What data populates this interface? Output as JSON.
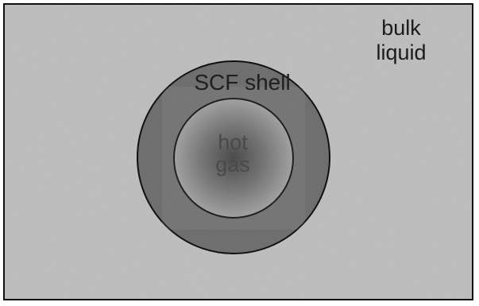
{
  "diagram": {
    "labels": {
      "bulk": [
        "bulk",
        "liquid"
      ],
      "shell": "SCF shell",
      "core": [
        "hot",
        "gas"
      ]
    },
    "colors": {
      "background": "#bdbdbd",
      "shell": "#6f6f6f",
      "inner_gas_edge": "#a6a6a6",
      "inner_gas_center": "#474747",
      "outline": "#111111"
    }
  }
}
